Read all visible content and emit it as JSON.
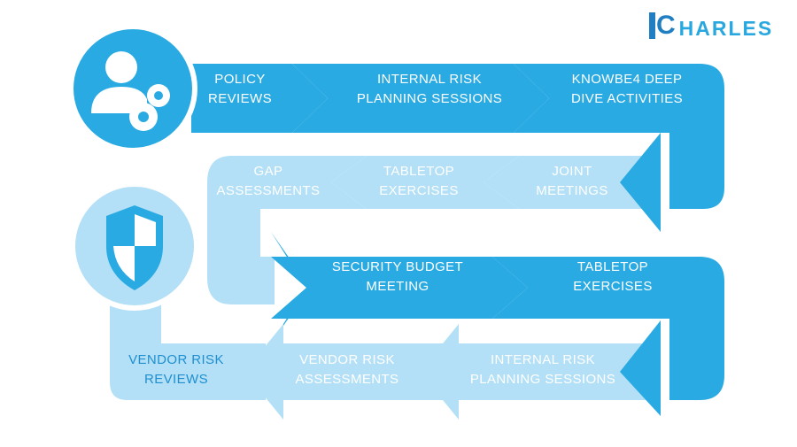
{
  "brand": {
    "logo_text": "CHARLES",
    "logo_initial": "C",
    "logo_rest": "HARLES"
  },
  "colors": {
    "dark_blue": "#29aae2",
    "light_blue": "#b3e0f6",
    "deep_blue": "#1f8fd0",
    "white": "#ffffff"
  },
  "icons": {
    "top_circle": "user-gears-icon",
    "middle_circle": "shield-icon"
  },
  "steps": {
    "row1": {
      "a": {
        "line1": "POLICY",
        "line2": "REVIEWS"
      },
      "b": {
        "line1": "INTERNAL RISK",
        "line2": "PLANNING SESSIONS"
      },
      "c": {
        "line1": "KNOWBE4 DEEP",
        "line2": "DIVE ACTIVITIES"
      }
    },
    "row2": {
      "a": {
        "line1": "JOINT",
        "line2": "MEETINGS"
      },
      "b": {
        "line1": "TABLETOP",
        "line2": "EXERCISES"
      },
      "c": {
        "line1": "GAP",
        "line2": "ASSESSMENTS"
      }
    },
    "row3": {
      "a": {
        "line1": "SECURITY BUDGET",
        "line2": "MEETING"
      },
      "b": {
        "line1": "TABLETOP",
        "line2": "EXERCISES"
      }
    },
    "row4": {
      "a": {
        "line1": "INTERNAL RISK",
        "line2": "PLANNING SESSIONS"
      },
      "b": {
        "line1": "VENDOR RISK",
        "line2": "ASSESSMENTS"
      },
      "c": {
        "line1": "VENDOR RISK",
        "line2": "REVIEWS"
      }
    }
  }
}
